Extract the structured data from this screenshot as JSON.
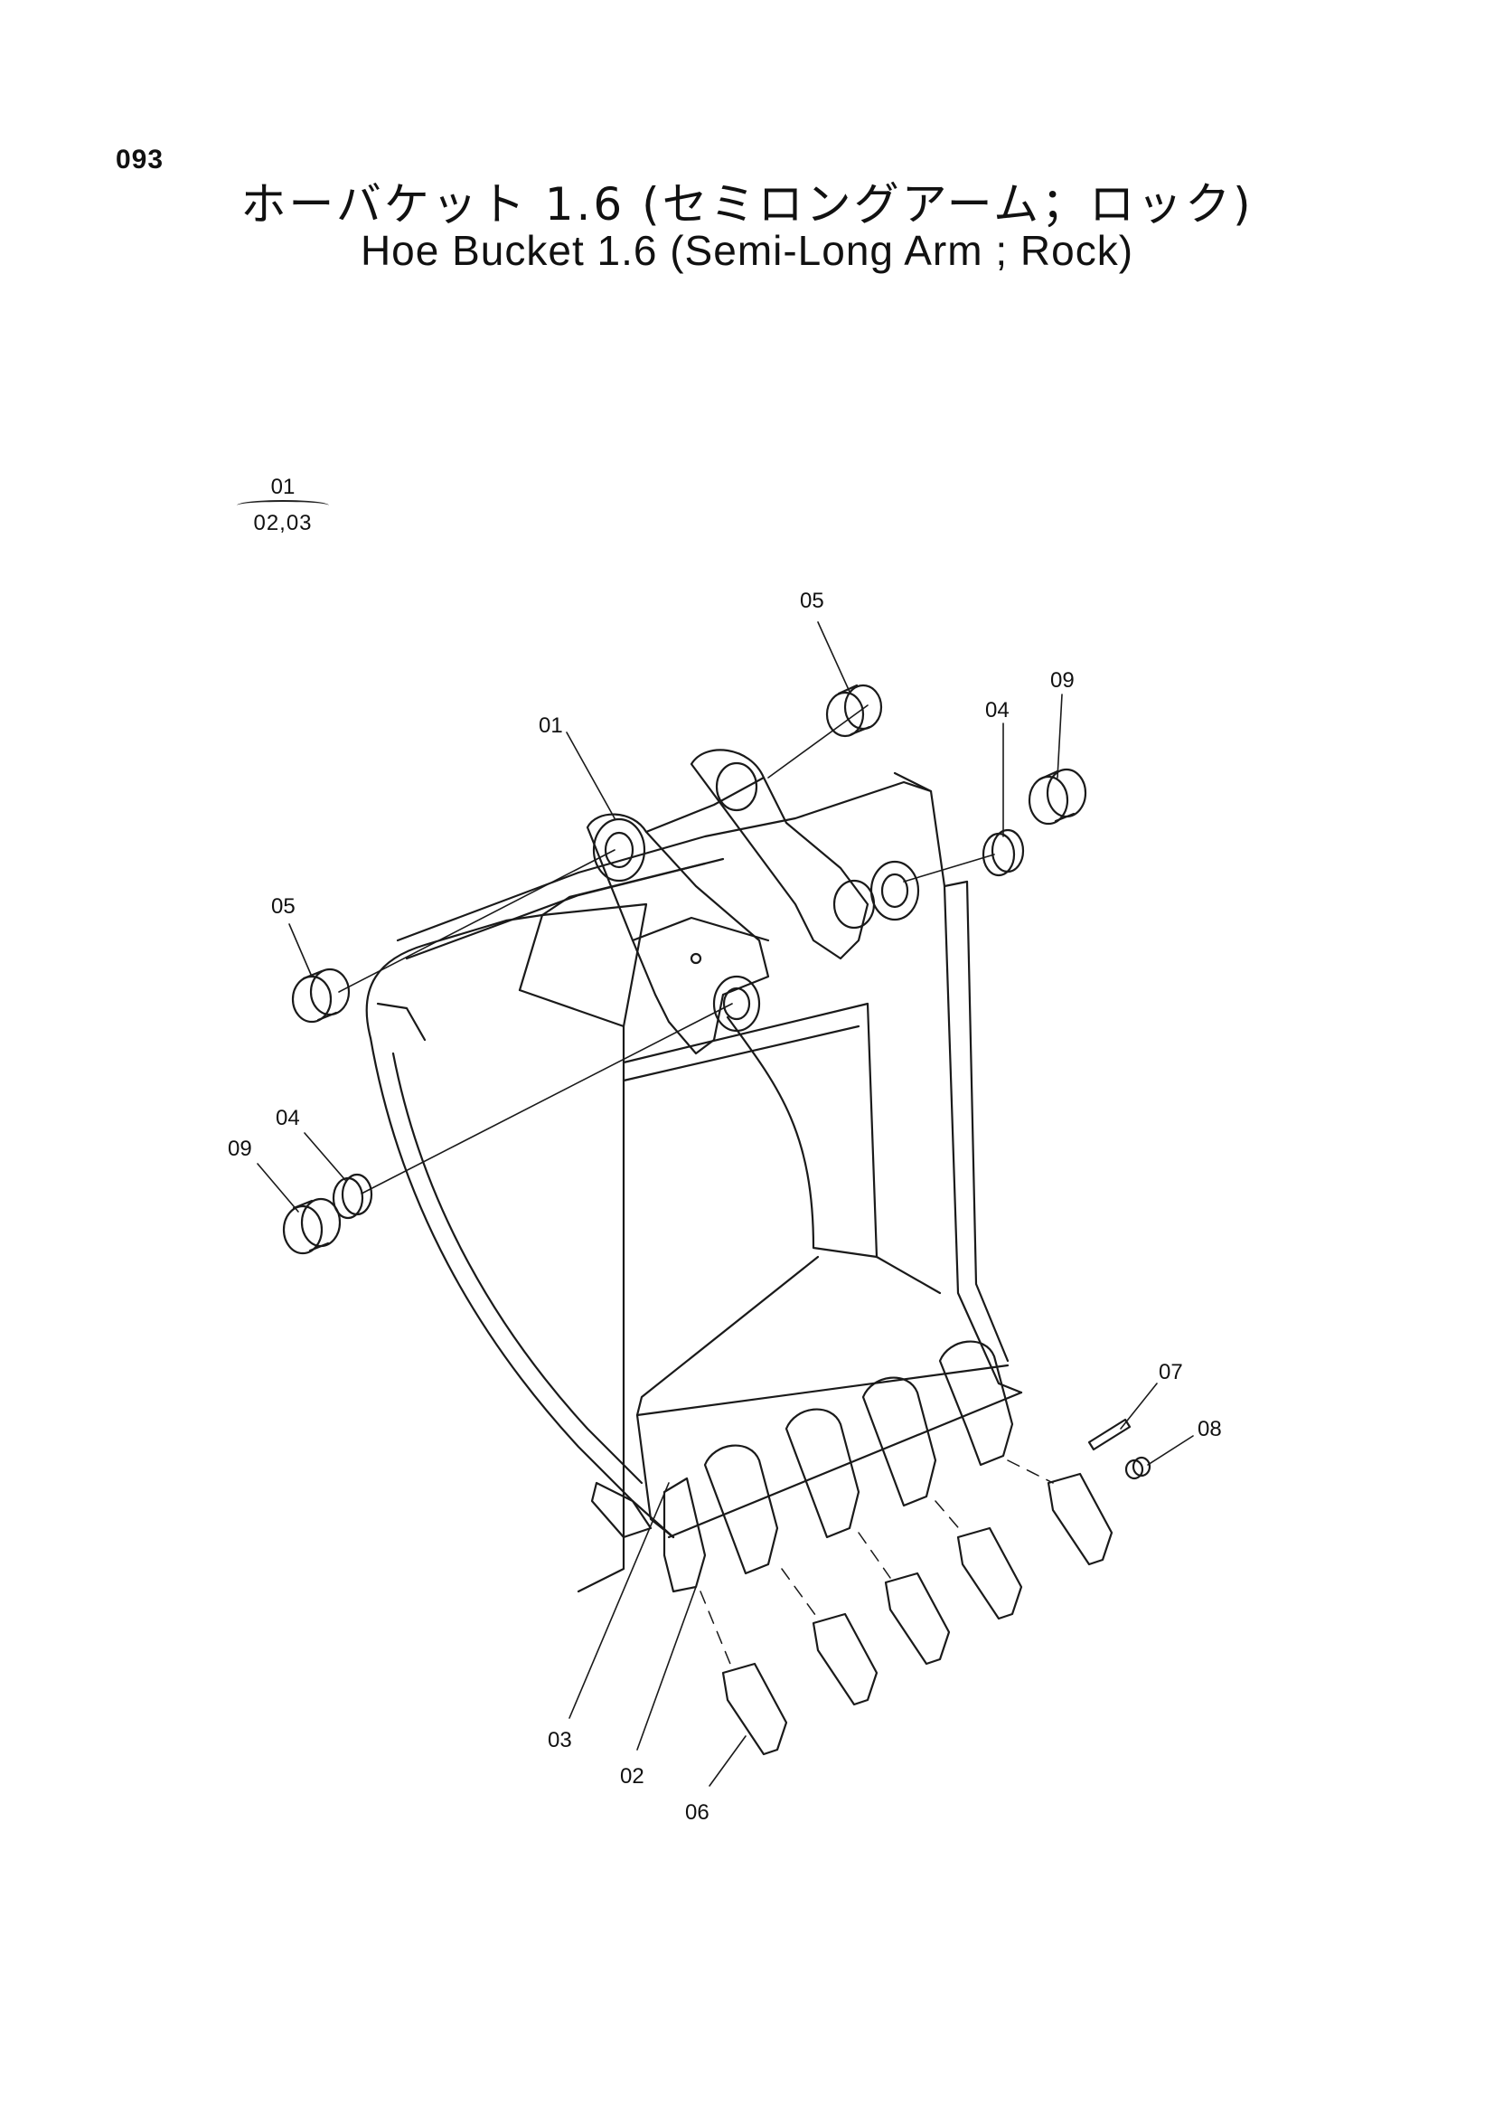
{
  "page_number": "093",
  "title_japanese": "ホーバケット 1.6 (セミロングアーム；ロック)",
  "title_english": "Hoe Bucket 1.6 (Semi-Long Arm ; Rock)",
  "assembly_note": {
    "parent": "01",
    "children": "02,03"
  },
  "callouts": {
    "c05_top": "05",
    "c01": "01",
    "c04_right": "04",
    "c09_right": "09",
    "c05_left": "05",
    "c04_left": "04",
    "c09_left": "09",
    "c07": "07",
    "c08": "08",
    "c03": "03",
    "c02": "02",
    "c06": "06"
  },
  "line_color": "#1a1a1a"
}
